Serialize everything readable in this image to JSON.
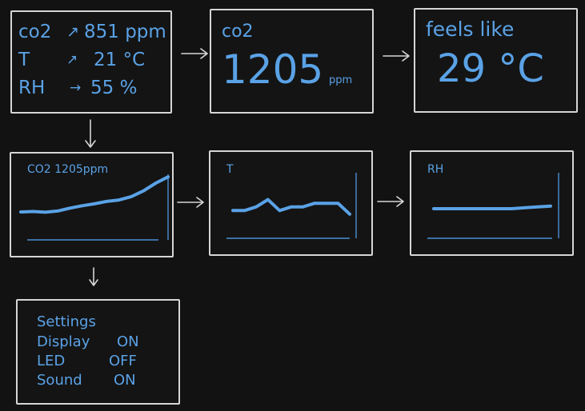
{
  "summary": {
    "co2_label": "co2",
    "co2_trend": "↗",
    "co2_value": "851 ppm",
    "t_label": "T",
    "t_trend": "↗",
    "t_value": "21 °C",
    "rh_label": "RH",
    "rh_trend": "→",
    "rh_value": "55 %"
  },
  "co2_screen": {
    "label": "co2",
    "value": "1205",
    "unit": "ppm"
  },
  "feels_screen": {
    "label": "feels like",
    "value": "29 °C"
  },
  "co2_chart": {
    "title": "CO2  1205ppm"
  },
  "t_chart": {
    "title": "T"
  },
  "rh_chart": {
    "title": "RH"
  },
  "settings": {
    "title": "Settings",
    "rows": [
      {
        "name": "Display",
        "value": "ON"
      },
      {
        "name": "LED",
        "value": "OFF"
      },
      {
        "name": "Sound",
        "value": "ON"
      }
    ]
  },
  "colors": {
    "accent": "#5aa2e6",
    "border": "#d6d6d6",
    "background": "#121212"
  },
  "chart_data": [
    {
      "type": "line",
      "title": "CO2  1205ppm",
      "series": [
        {
          "values": [
            840,
            845,
            838,
            850,
            880,
            905,
            925,
            950,
            965,
            1000,
            1060,
            1140,
            1205
          ]
        }
      ]
    },
    {
      "type": "line",
      "title": "T",
      "series": [
        {
          "values": [
            20,
            20,
            21,
            23,
            20,
            21,
            21,
            22,
            22,
            22,
            19
          ]
        }
      ]
    },
    {
      "type": "line",
      "title": "RH",
      "series": [
        {
          "values": [
            55,
            55,
            55,
            55,
            55,
            56,
            57
          ]
        }
      ]
    }
  ]
}
